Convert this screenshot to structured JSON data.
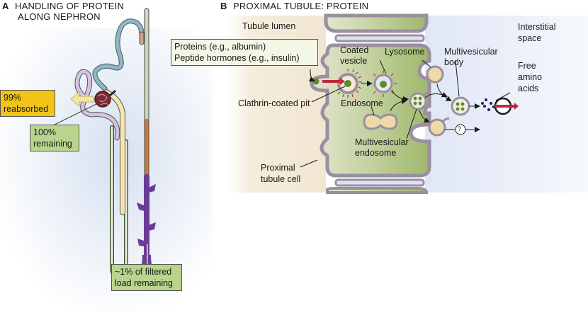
{
  "panel_a": {
    "letter": "A",
    "title_line1": "HANDLING OF PROTEIN",
    "title_line2": "ALONG NEPHRON",
    "reabsorbed": {
      "line1": "99%",
      "line2": "reabsorbed"
    },
    "remaining": {
      "line1": "100%",
      "line2": "remaining"
    },
    "final": {
      "line1": "~1% of filtered",
      "line2": "load remaining"
    }
  },
  "panel_b": {
    "letter": "B",
    "title": "PROXIMAL TUBULE: PROTEIN",
    "tubule_lumen": "Tubule lumen",
    "interstitial_line1": "Interstitial",
    "interstitial_line2": "space",
    "substrates_line1": "Proteins (e.g., albumin)",
    "substrates_line2": "Peptide hormones (e.g., insulin)",
    "coated_vesicle_line1": "Coated",
    "coated_vesicle_line2": "vesicle",
    "lysosome": "Lysosome",
    "mvb_line1": "Multivesicular",
    "mvb_line2": "body",
    "free_aa_line1": "Free",
    "free_aa_line2": "amino",
    "free_aa_line3": "acids",
    "clathrin_pit": "Clathrin-coated pit",
    "endosome": "Endosome",
    "mv_endosome_line1": "Multivesicular",
    "mv_endosome_line2": "endosome",
    "proximal_cell_line1": "Proximal",
    "proximal_cell_line2": "tubule cell",
    "unknown_pathway": "?"
  },
  "colors": {
    "lumen_bg": "#f3ead8",
    "interstitium_bg": "#e6ecf7",
    "cell_green": "#a7bf73",
    "membrane": "#9a8fa0",
    "protein_green": "#5a8a2a",
    "clathrin_red": "#c0283c",
    "lysosome_fill": "#eed9a8",
    "amino_acid_dot": "#20205a",
    "collecting_duct_purple": "#6a3c96",
    "label_green": "#b9d48d",
    "label_yellow": "#f0c419"
  }
}
